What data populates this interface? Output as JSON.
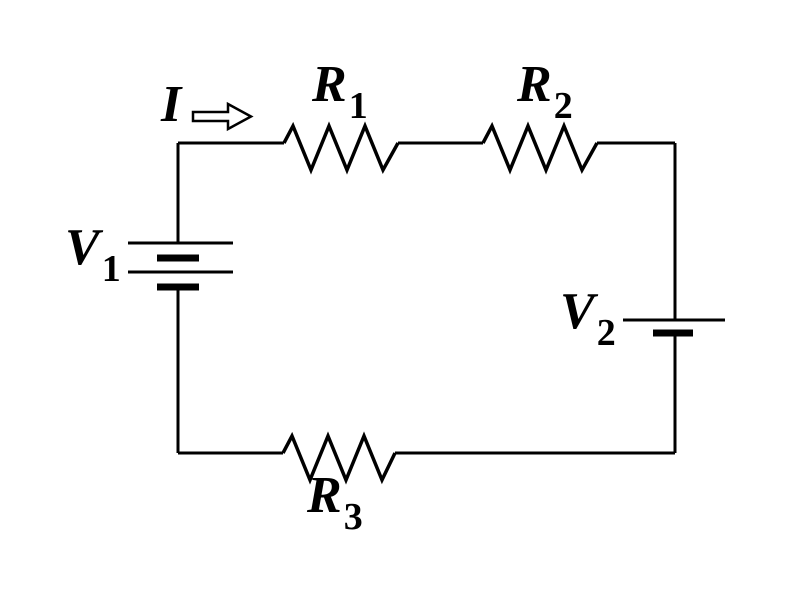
{
  "colors": {
    "background": "#ffffff",
    "line": "#000000"
  },
  "labels": {
    "current": {
      "symbol": "I"
    },
    "r1": {
      "symbol": "R",
      "subscript": "1"
    },
    "r2": {
      "symbol": "R",
      "subscript": "2"
    },
    "r3": {
      "symbol": "R",
      "subscript": "3"
    },
    "v1": {
      "symbol": "V",
      "subscript": "1"
    },
    "v2": {
      "symbol": "V",
      "subscript": "2"
    }
  },
  "components": [
    {
      "id": "v1",
      "type": "battery",
      "label": "V1",
      "position": "left-side",
      "symbol": "multi-cell-battery"
    },
    {
      "id": "v2",
      "type": "battery",
      "label": "V2",
      "position": "right-side",
      "symbol": "single-cell-battery"
    },
    {
      "id": "r1",
      "type": "resistor",
      "label": "R1",
      "position": "top-left"
    },
    {
      "id": "r2",
      "type": "resistor",
      "label": "R2",
      "position": "top-right"
    },
    {
      "id": "r3",
      "type": "resistor",
      "label": "R3",
      "position": "bottom"
    },
    {
      "id": "i",
      "type": "current-arrow",
      "label": "I",
      "direction": "right",
      "position": "top-left-above-wire"
    }
  ]
}
